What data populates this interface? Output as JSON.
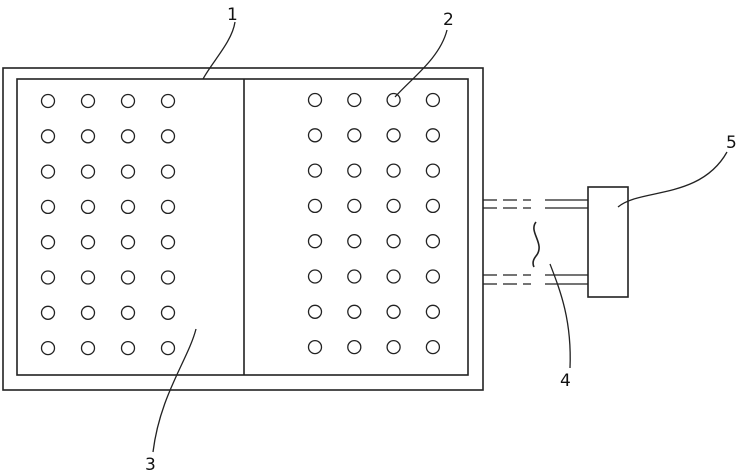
{
  "labels": {
    "part1": "1",
    "part2": "2",
    "part3": "3",
    "part4": "4",
    "part5": "5"
  },
  "left_panel": {
    "rows": 8,
    "cols": 4
  },
  "right_panel": {
    "rows": 8,
    "cols": 4
  }
}
